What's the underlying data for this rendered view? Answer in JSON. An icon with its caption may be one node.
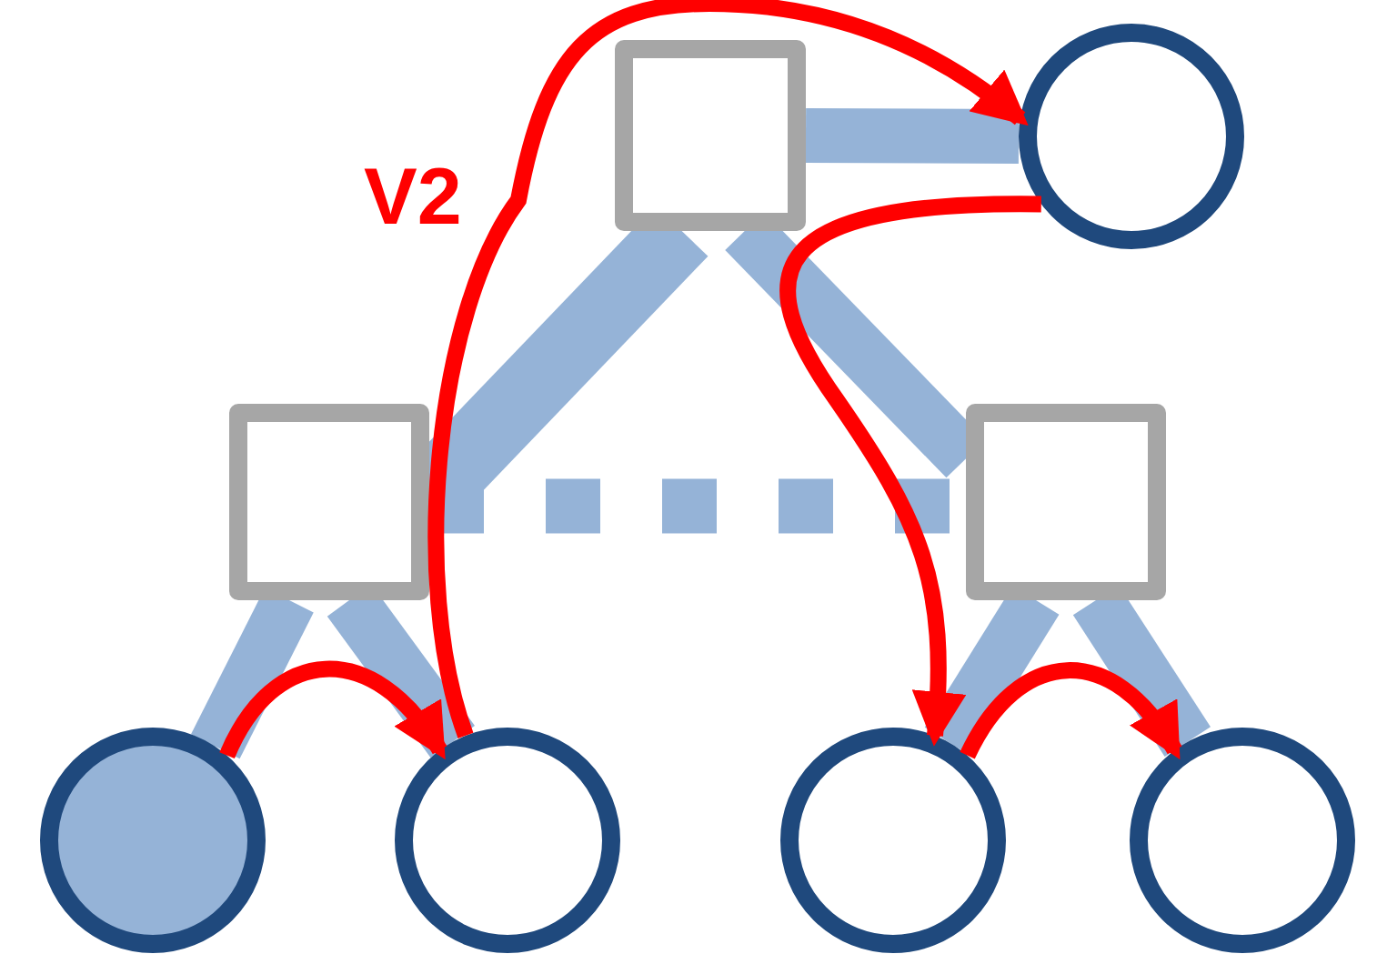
{
  "diagram": {
    "nodes": [
      {
        "text": [],
        "shape": "box"
      },
      {
        "text": [],
        "shape": "circle"
      },
      {
        "text": [],
        "shape": "box"
      },
      {
        "text": [],
        "shape": "box"
      },
      {
        "text": [],
        "shape": "circle"
      },
      {
        "text": [],
        "shape": "circle"
      },
      {
        "text": [],
        "shape": "circle"
      },
      {
        "text": [],
        "shape": "circle"
      }
    ],
    "edges": [
      {
        "from": 0,
        "to": 1,
        "arrow": "none"
      },
      {
        "from": 0,
        "to": 2,
        "arrow": "none"
      },
      {
        "from": 0,
        "to": 3,
        "arrow": "none"
      },
      {
        "from": 2,
        "to": 3,
        "arrow": "none",
        "style": "dashed"
      },
      {
        "from": 2,
        "to": 4,
        "arrow": "none"
      },
      {
        "from": 2,
        "to": 5,
        "arrow": "none"
      },
      {
        "from": 3,
        "to": 6,
        "arrow": "none"
      },
      {
        "from": 3,
        "to": 7,
        "arrow": "none"
      },
      {
        "from": 5,
        "to": 1,
        "arrow": "to",
        "color": "#ff0000"
      },
      {
        "from": 1,
        "to": 6,
        "arrow": "to",
        "color": "#ff0000"
      },
      {
        "from": 4,
        "to": 5,
        "arrow": "to",
        "color": "#ff0000"
      },
      {
        "from": 6,
        "to": 7,
        "arrow": "to",
        "color": "#ff0000"
      }
    ],
    "labels": [
      "V2"
    ]
  }
}
